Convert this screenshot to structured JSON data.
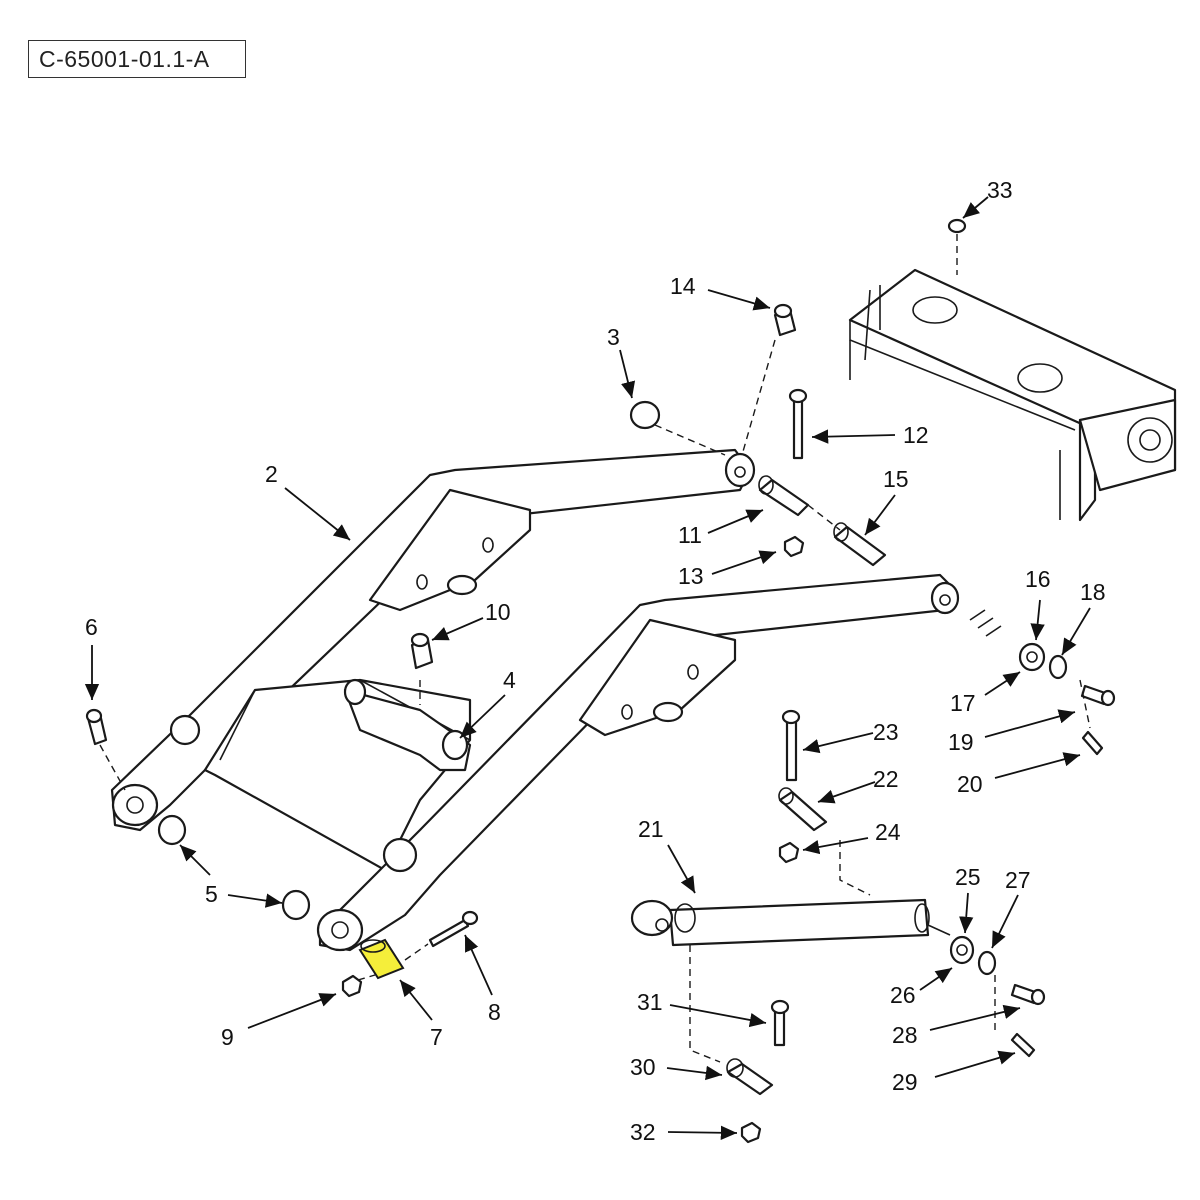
{
  "drawing_code": "C-65001-01.1-A",
  "highlight_color": "#f5ee3a",
  "callouts": [
    {
      "id": "c2",
      "label": "2"
    },
    {
      "id": "c3",
      "label": "3"
    },
    {
      "id": "c4",
      "label": "4"
    },
    {
      "id": "c5",
      "label": "5"
    },
    {
      "id": "c6",
      "label": "6"
    },
    {
      "id": "c7",
      "label": "7"
    },
    {
      "id": "c8",
      "label": "8"
    },
    {
      "id": "c9",
      "label": "9"
    },
    {
      "id": "c10",
      "label": "10"
    },
    {
      "id": "c11",
      "label": "11"
    },
    {
      "id": "c12",
      "label": "12"
    },
    {
      "id": "c13",
      "label": "13"
    },
    {
      "id": "c14",
      "label": "14"
    },
    {
      "id": "c15",
      "label": "15"
    },
    {
      "id": "c16",
      "label": "16"
    },
    {
      "id": "c17",
      "label": "17"
    },
    {
      "id": "c18",
      "label": "18"
    },
    {
      "id": "c19",
      "label": "19"
    },
    {
      "id": "c20",
      "label": "20"
    },
    {
      "id": "c21",
      "label": "21"
    },
    {
      "id": "c22",
      "label": "22"
    },
    {
      "id": "c23",
      "label": "23"
    },
    {
      "id": "c24",
      "label": "24"
    },
    {
      "id": "c25",
      "label": "25"
    },
    {
      "id": "c26",
      "label": "26"
    },
    {
      "id": "c27",
      "label": "27"
    },
    {
      "id": "c28",
      "label": "28"
    },
    {
      "id": "c29",
      "label": "29"
    },
    {
      "id": "c30",
      "label": "30"
    },
    {
      "id": "c31",
      "label": "31"
    },
    {
      "id": "c32",
      "label": "32"
    },
    {
      "id": "c33",
      "label": "33"
    }
  ]
}
